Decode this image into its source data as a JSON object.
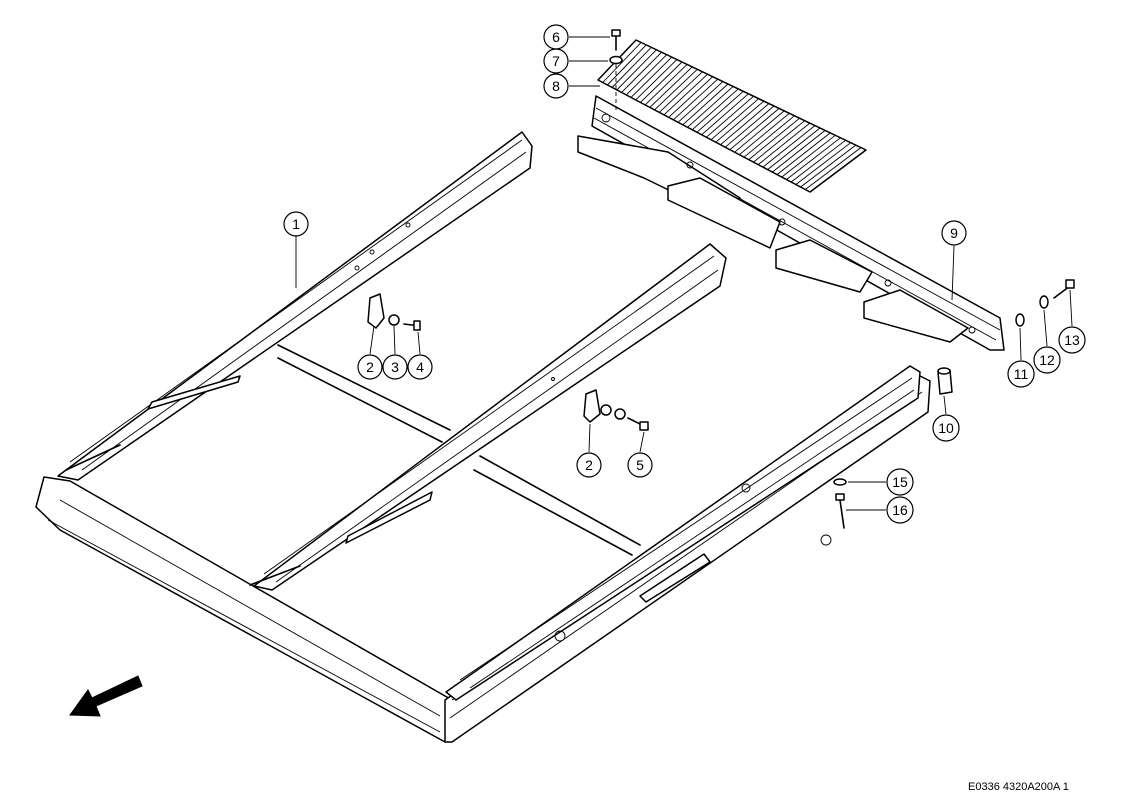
{
  "callouts": [
    {
      "label": "1"
    },
    {
      "label": "2"
    },
    {
      "label": "3"
    },
    {
      "label": "4"
    },
    {
      "label": "2"
    },
    {
      "label": "5"
    },
    {
      "label": "6"
    },
    {
      "label": "7"
    },
    {
      "label": "8"
    },
    {
      "label": "9"
    },
    {
      "label": "10"
    },
    {
      "label": "11"
    },
    {
      "label": "12"
    },
    {
      "label": "13"
    },
    {
      "label": "15"
    },
    {
      "label": "16"
    }
  ],
  "drawing_reference": "E0336 4320A200A 1",
  "direction_arrow": {
    "icon": "direction-arrow-icon",
    "meaning": "forward"
  }
}
